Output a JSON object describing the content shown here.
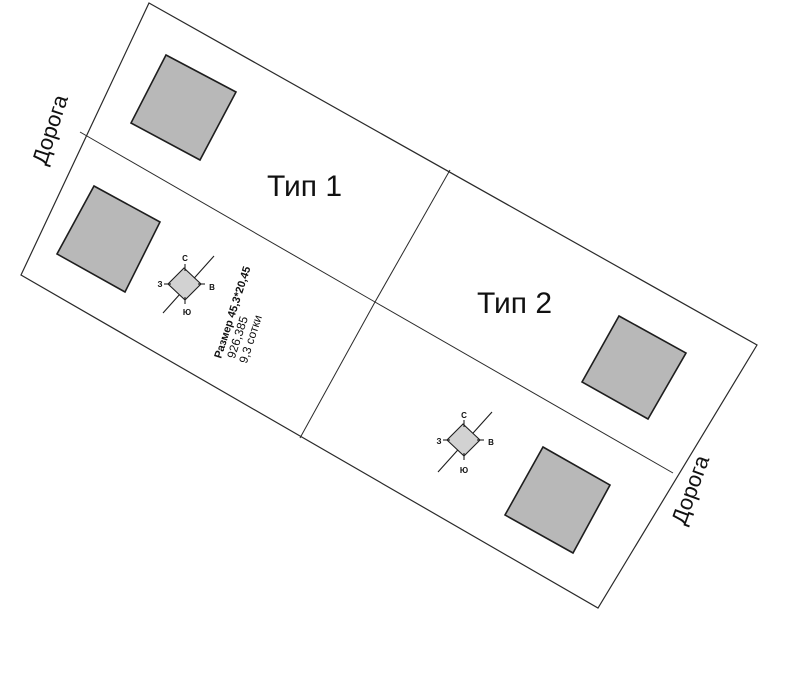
{
  "plots": {
    "type_1": {
      "label": "Тип 1"
    },
    "type_2": {
      "label": "Тип 2"
    }
  },
  "roads": {
    "left": {
      "label": "Дорога"
    },
    "right": {
      "label": "Дорога"
    }
  },
  "compass": {
    "north": "С",
    "west": "З",
    "east": "В",
    "south": "Ю"
  },
  "plot_info": {
    "size_line": "Размер 45,3*20,45",
    "area_line": "926,385",
    "sotki_line": "9,3 сотки"
  },
  "colors": {
    "house_fill": "#b8b8b8",
    "compass_fill": "#d2d2d2",
    "line": "#2a2a2a"
  }
}
